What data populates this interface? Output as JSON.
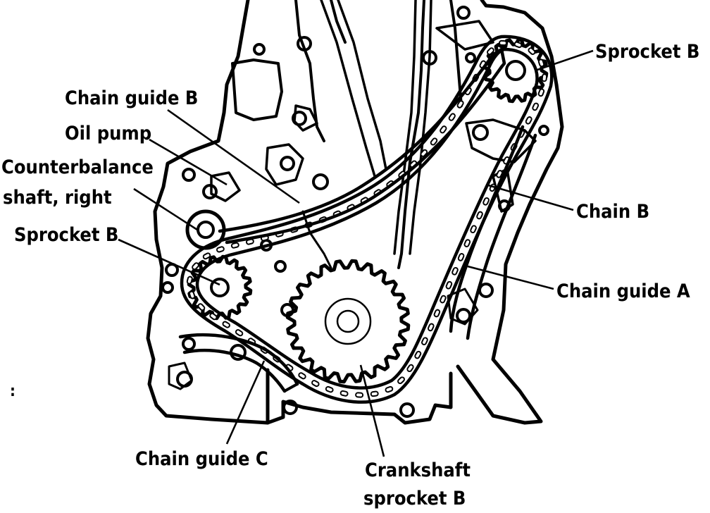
{
  "labels": {
    "sprocket_b_top": "Sprocket B",
    "chain_guide_b": "Chain guide B",
    "oil_pump": "Oil pump",
    "counterbalance_line1": "Counterbalance",
    "counterbalance_line2": "shaft, right",
    "sprocket_b_left": "Sprocket B",
    "chain_b": "Chain B",
    "chain_guide_a": "Chain guide A",
    "chain_guide_c": "Chain guide C",
    "crankshaft_line1": "Crankshaft",
    "crankshaft_line2": "sprocket B"
  },
  "stray_mark": ":"
}
